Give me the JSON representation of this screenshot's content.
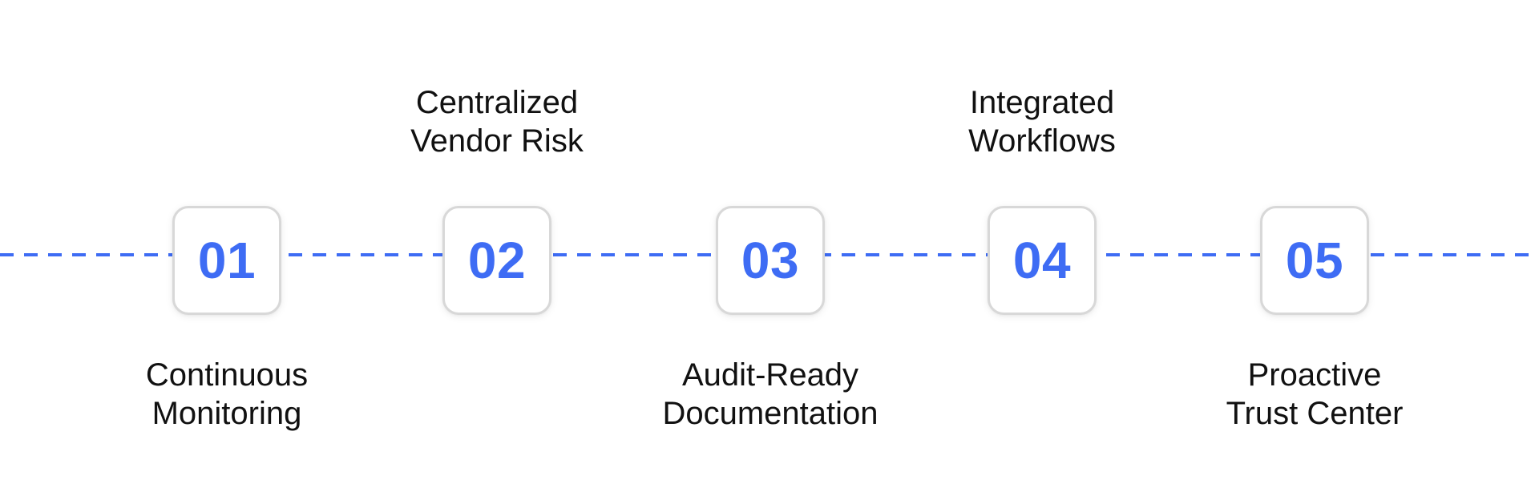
{
  "diagram": {
    "type": "horizontal-step-timeline",
    "background_color": "#ffffff",
    "line_color": "#3e6cf4",
    "number_color": "#3e6cf4",
    "box_border_color": "#d8d8d8",
    "label_color": "#111111",
    "steps": [
      {
        "number": "01",
        "label": "Continuous Monitoring",
        "label_line1": "Continuous",
        "label_line2": "Monitoring",
        "label_position": "below"
      },
      {
        "number": "02",
        "label": "Centralized Vendor Risk",
        "label_line1": "Centralized",
        "label_line2": "Vendor Risk",
        "label_position": "above"
      },
      {
        "number": "03",
        "label": "Audit-Ready Documentation",
        "label_line1": "Audit-Ready",
        "label_line2": "Documentation",
        "label_position": "below"
      },
      {
        "number": "04",
        "label": "Integrated Workflows",
        "label_line1": "Integrated",
        "label_line2": "Workflows",
        "label_position": "above"
      },
      {
        "number": "05",
        "label": "Proactive Trust Center",
        "label_line1": "Proactive",
        "label_line2": "Trust Center",
        "label_position": "below"
      }
    ]
  }
}
